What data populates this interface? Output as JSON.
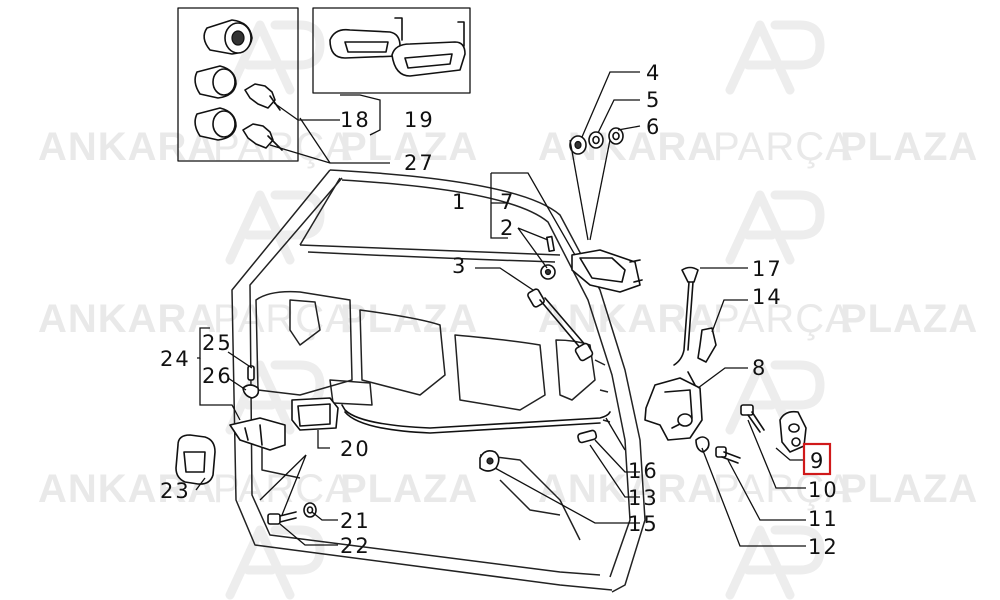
{
  "watermark": {
    "left_word": "ANKARA",
    "mid_word": "PARÇA",
    "right_word": "PLAZA"
  },
  "callouts": [
    {
      "id": "c1",
      "text": "1"
    },
    {
      "id": "c2",
      "text": "2"
    },
    {
      "id": "c3",
      "text": "3"
    },
    {
      "id": "c4",
      "text": "4"
    },
    {
      "id": "c5",
      "text": "5"
    },
    {
      "id": "c6",
      "text": "6"
    },
    {
      "id": "c7",
      "text": "7"
    },
    {
      "id": "c8",
      "text": "8"
    },
    {
      "id": "c9",
      "text": "9"
    },
    {
      "id": "c10",
      "text": "10"
    },
    {
      "id": "c11",
      "text": "11"
    },
    {
      "id": "c12",
      "text": "12"
    },
    {
      "id": "c13",
      "text": "13"
    },
    {
      "id": "c14",
      "text": "14"
    },
    {
      "id": "c15",
      "text": "15"
    },
    {
      "id": "c16",
      "text": "16"
    },
    {
      "id": "c17",
      "text": "17"
    },
    {
      "id": "c18",
      "text": "18"
    },
    {
      "id": "c19",
      "text": "19"
    },
    {
      "id": "c20",
      "text": "20"
    },
    {
      "id": "c21",
      "text": "21"
    },
    {
      "id": "c22",
      "text": "22"
    },
    {
      "id": "c23",
      "text": "23"
    },
    {
      "id": "c24",
      "text": "24"
    },
    {
      "id": "c25",
      "text": "25"
    },
    {
      "id": "c26",
      "text": "26"
    },
    {
      "id": "c27",
      "text": "27"
    }
  ],
  "highlight": {
    "callout": "9",
    "color": "#d0191a"
  }
}
